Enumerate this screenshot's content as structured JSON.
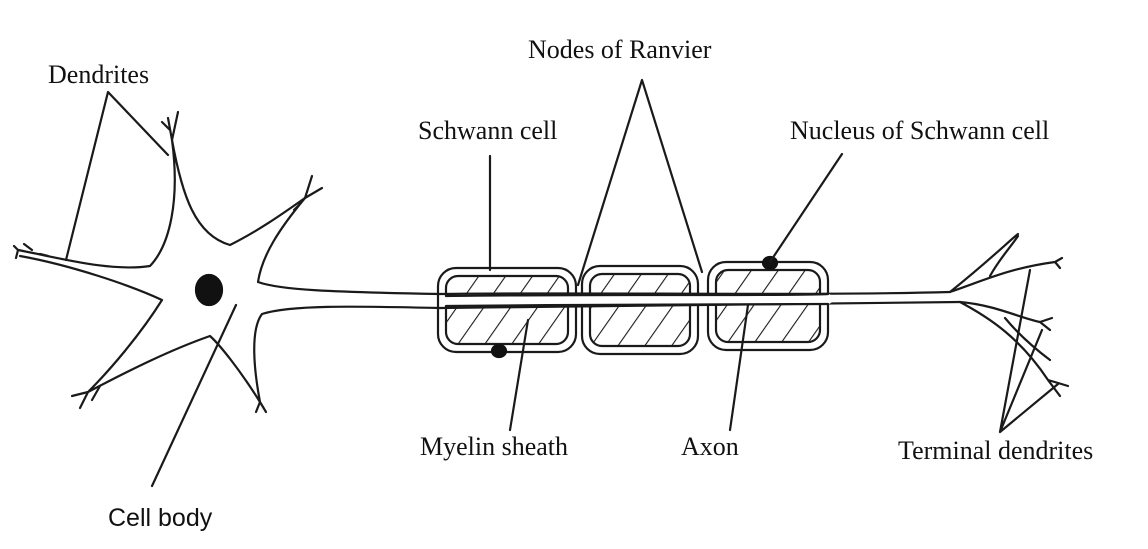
{
  "labels": {
    "dendrites": "Dendrites",
    "nodes_of_ranvier": "Nodes of Ranvier",
    "schwann_cell": "Schwann cell",
    "nucleus_of_schwann_cell": "Nucleus of Schwann cell",
    "myelin_sheath": "Myelin sheath",
    "axon": "Axon",
    "terminal_dendrites": "Terminal dendrites",
    "cell_body": "Cell body"
  }
}
